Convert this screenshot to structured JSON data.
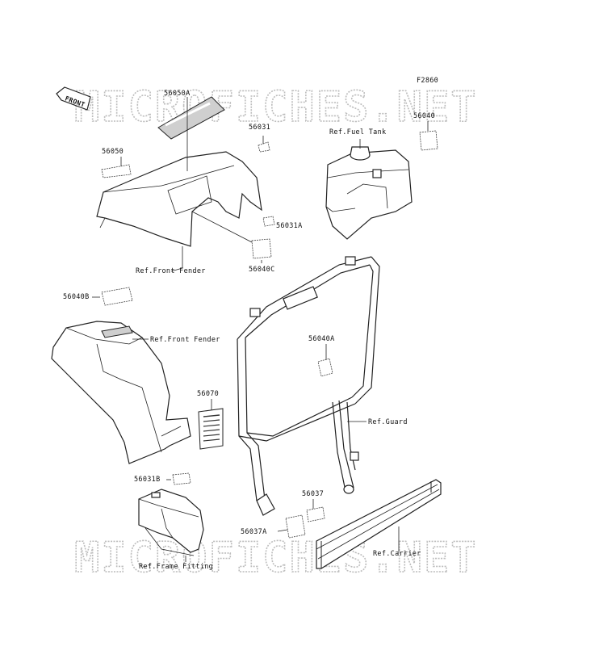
{
  "figure_code": "F2860",
  "watermark": "MICROFICHES.NET",
  "front_arrow_label": "FRONT",
  "labels": {
    "p56050A": "56050A",
    "p56031": "56031",
    "p56050": "56050",
    "ref_fuel_tank": "Ref.Fuel Tank",
    "p56040": "56040",
    "p56031A": "56031A",
    "p56040C": "56040C",
    "ref_front_fender_top": "Ref.Front Fender",
    "p56040B": "56040B",
    "ref_front_fender_mid": "Ref.Front Fender",
    "p56040A": "56040A",
    "p56070": "56070",
    "ref_guard": "Ref.Guard",
    "p56031B": "56031B",
    "p56037": "56037",
    "p56037A": "56037A",
    "ref_carrier": "Ref.Carrier",
    "ref_frame_fitting": "Ref.Frame Fitting"
  }
}
